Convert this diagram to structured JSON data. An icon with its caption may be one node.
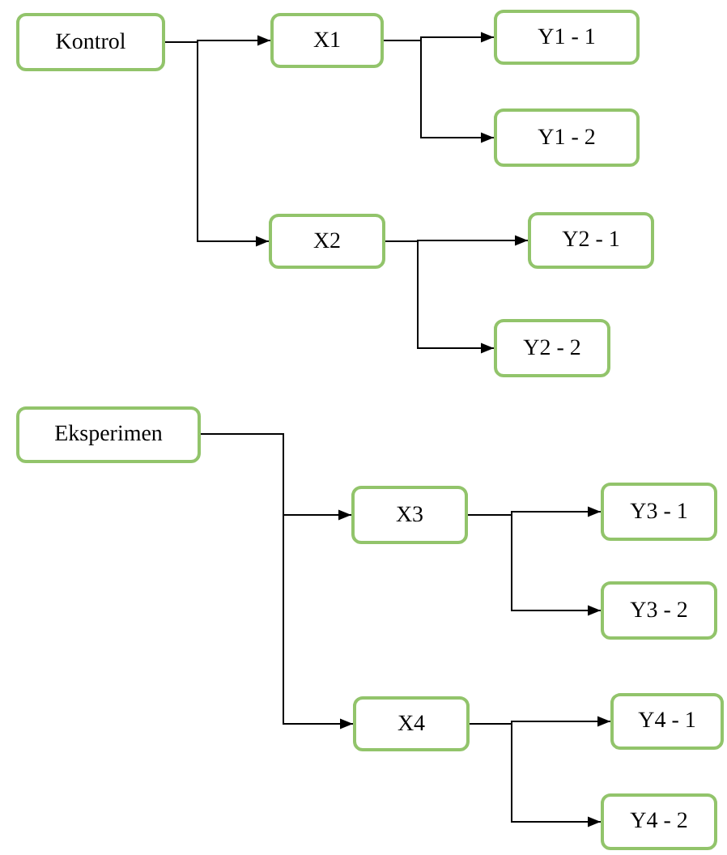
{
  "diagram": {
    "nodes": [
      {
        "text": [
          "Kontrol"
        ]
      },
      {
        "text": [
          "X1"
        ]
      },
      {
        "text": [
          "Y1 - 1"
        ]
      },
      {
        "text": [
          "Y1 - 2"
        ]
      },
      {
        "text": [
          "X2"
        ]
      },
      {
        "text": [
          "Y2 - 1"
        ]
      },
      {
        "text": [
          "Y2 - 2"
        ]
      },
      {
        "text": [
          "Eksperimen"
        ]
      },
      {
        "text": [
          "X3"
        ]
      },
      {
        "text": [
          "Y3 - 1"
        ]
      },
      {
        "text": [
          "Y3 - 2"
        ]
      },
      {
        "text": [
          "X4"
        ]
      },
      {
        "text": [
          "Y4 - 1"
        ]
      },
      {
        "text": [
          "Y4 - 2"
        ]
      }
    ],
    "edges": [
      {
        "from": 0,
        "to": 1,
        "arrow": "to"
      },
      {
        "from": 0,
        "to": 4,
        "arrow": "to"
      },
      {
        "from": 1,
        "to": 2,
        "arrow": "to"
      },
      {
        "from": 1,
        "to": 3,
        "arrow": "to"
      },
      {
        "from": 4,
        "to": 5,
        "arrow": "to"
      },
      {
        "from": 4,
        "to": 6,
        "arrow": "to"
      },
      {
        "from": 7,
        "to": 8,
        "arrow": "to"
      },
      {
        "from": 7,
        "to": 11,
        "arrow": "to"
      },
      {
        "from": 8,
        "to": 9,
        "arrow": "to"
      },
      {
        "from": 8,
        "to": 10,
        "arrow": "to"
      },
      {
        "from": 11,
        "to": 12,
        "arrow": "to"
      },
      {
        "from": 11,
        "to": 13,
        "arrow": "to"
      }
    ]
  }
}
